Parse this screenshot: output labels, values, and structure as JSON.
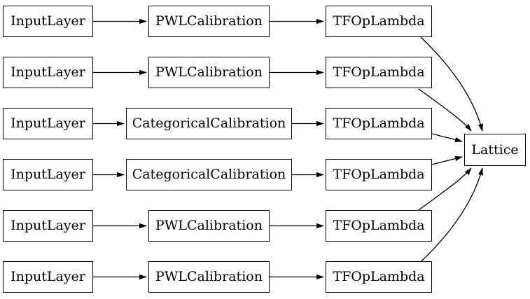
{
  "diagram": {
    "colors": {
      "background": "#ffffff",
      "node_fill": "#ffffff",
      "node_border": "#000000",
      "edge": "#000000",
      "text": "#000000"
    },
    "rows": [
      {
        "input": "InputLayer",
        "calibration": "PWLCalibration",
        "op": "TFOpLambda"
      },
      {
        "input": "InputLayer",
        "calibration": "PWLCalibration",
        "op": "TFOpLambda"
      },
      {
        "input": "InputLayer",
        "calibration": "CategoricalCalibration",
        "op": "TFOpLambda"
      },
      {
        "input": "InputLayer",
        "calibration": "CategoricalCalibration",
        "op": "TFOpLambda"
      },
      {
        "input": "InputLayer",
        "calibration": "PWLCalibration",
        "op": "TFOpLambda"
      },
      {
        "input": "InputLayer",
        "calibration": "PWLCalibration",
        "op": "TFOpLambda"
      }
    ],
    "output_label": "Lattice",
    "edges": [
      [
        "rows.0.input",
        "rows.0.calibration"
      ],
      [
        "rows.0.calibration",
        "rows.0.op"
      ],
      [
        "rows.0.op",
        "output"
      ],
      [
        "rows.1.input",
        "rows.1.calibration"
      ],
      [
        "rows.1.calibration",
        "rows.1.op"
      ],
      [
        "rows.1.op",
        "output"
      ],
      [
        "rows.2.input",
        "rows.2.calibration"
      ],
      [
        "rows.2.calibration",
        "rows.2.op"
      ],
      [
        "rows.2.op",
        "output"
      ],
      [
        "rows.3.input",
        "rows.3.calibration"
      ],
      [
        "rows.3.calibration",
        "rows.3.op"
      ],
      [
        "rows.3.op",
        "output"
      ],
      [
        "rows.4.input",
        "rows.4.calibration"
      ],
      [
        "rows.4.calibration",
        "rows.4.op"
      ],
      [
        "rows.4.op",
        "output"
      ],
      [
        "rows.5.input",
        "rows.5.calibration"
      ],
      [
        "rows.5.calibration",
        "rows.5.op"
      ],
      [
        "rows.5.op",
        "output"
      ]
    ]
  }
}
